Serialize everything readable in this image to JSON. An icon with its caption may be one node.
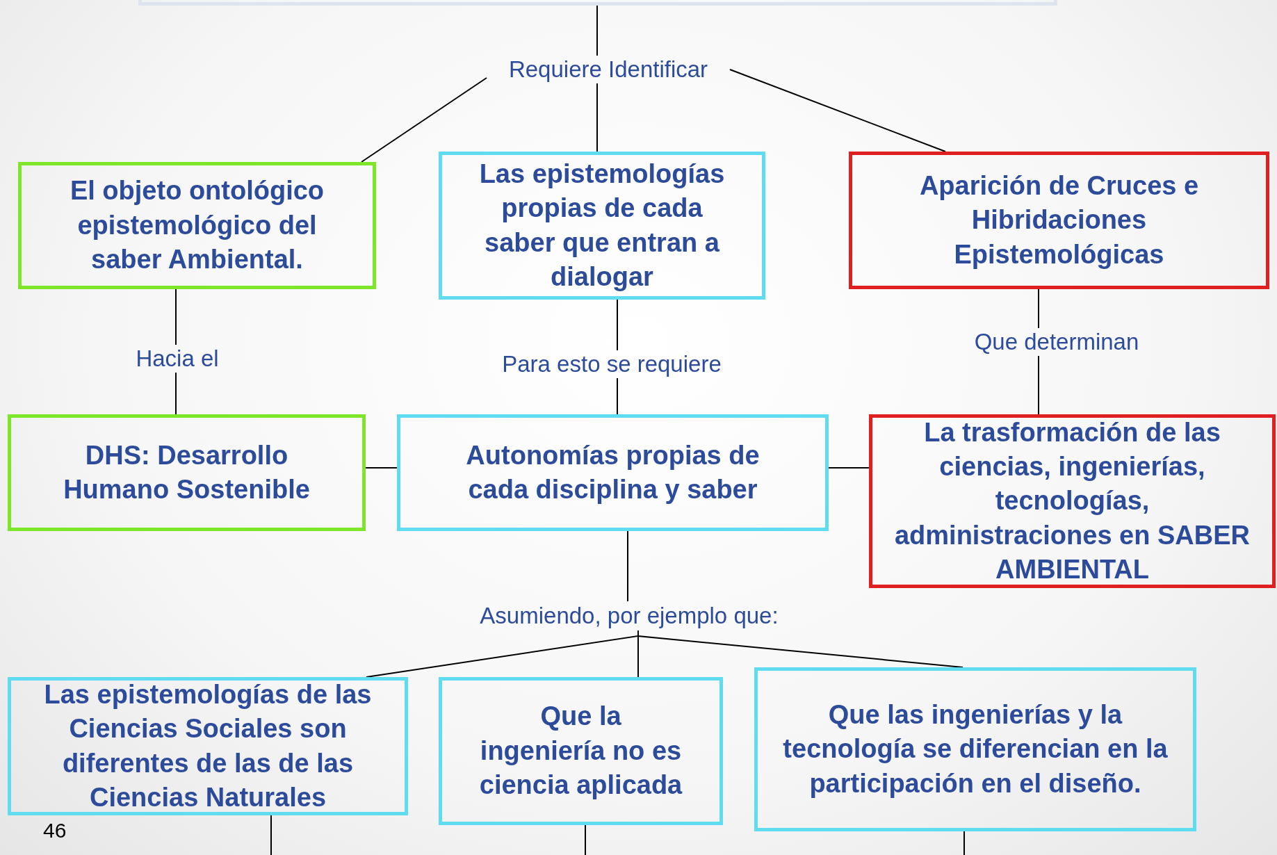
{
  "diagram": {
    "nodes": [
      {
        "text": [],
        "shape": "box"
      },
      {
        "text": [
          "Requiere Identificar"
        ]
      },
      {
        "text": [
          "El objeto ontológico epistemológico del saber Ambiental."
        ]
      },
      {
        "text": [
          "Las epistemologías propias de cada saber que entran a dialogar"
        ]
      },
      {
        "text": [
          "Aparición de Cruces e Hibridaciones Epistemológicas"
        ]
      },
      {
        "text": [
          "Hacia el"
        ]
      },
      {
        "text": [
          "Para esto se requiere"
        ]
      },
      {
        "text": [
          "Que determinan"
        ]
      },
      {
        "text": [
          "DHS: Desarrollo Humano Sostenible"
        ]
      },
      {
        "text": [
          "Autonomías propias de cada disciplina y saber"
        ]
      },
      {
        "text": [
          "La trasformación de las ciencias, ingenierías, tecnologías, administraciones en SABER AMBIENTAL"
        ]
      },
      {
        "text": [
          "Asumiendo, por ejemplo que:"
        ]
      },
      {
        "text": [
          "Las epistemologías de las Ciencias Sociales son diferentes de las de las Ciencias Naturales"
        ]
      },
      {
        "text": [
          "Que la ingeniería no es ciencia aplicada"
        ]
      },
      {
        "text": [
          "Que las ingenierías y la tecnología se diferencian en la participación en el diseño."
        ]
      }
    ],
    "edges": [
      {
        "from": 0,
        "to": 1,
        "arrow": "none"
      },
      {
        "from": 1,
        "to": 2,
        "arrow": "none"
      },
      {
        "from": 1,
        "to": 3,
        "arrow": "none"
      },
      {
        "from": 1,
        "to": 4,
        "arrow": "none"
      },
      {
        "from": 2,
        "to": 5,
        "arrow": "none"
      },
      {
        "from": 5,
        "to": 8,
        "arrow": "none"
      },
      {
        "from": 3,
        "to": 6,
        "arrow": "none"
      },
      {
        "from": 6,
        "to": 9,
        "arrow": "none"
      },
      {
        "from": 4,
        "to": 7,
        "arrow": "none"
      },
      {
        "from": 7,
        "to": 10,
        "arrow": "none"
      },
      {
        "from": 8,
        "to": 9,
        "arrow": "none"
      },
      {
        "from": 9,
        "to": 10,
        "arrow": "none"
      },
      {
        "from": 9,
        "to": 11,
        "arrow": "none"
      },
      {
        "from": 11,
        "to": 12,
        "arrow": "none"
      },
      {
        "from": 11,
        "to": 13,
        "arrow": "none"
      },
      {
        "from": 11,
        "to": 14,
        "arrow": "none"
      },
      {
        "from": 12,
        "to": null,
        "arrow": "none"
      },
      {
        "from": 13,
        "to": null,
        "arrow": "none"
      },
      {
        "from": 14,
        "to": null,
        "arrow": "none"
      }
    ],
    "labels": [
      "46"
    ]
  }
}
